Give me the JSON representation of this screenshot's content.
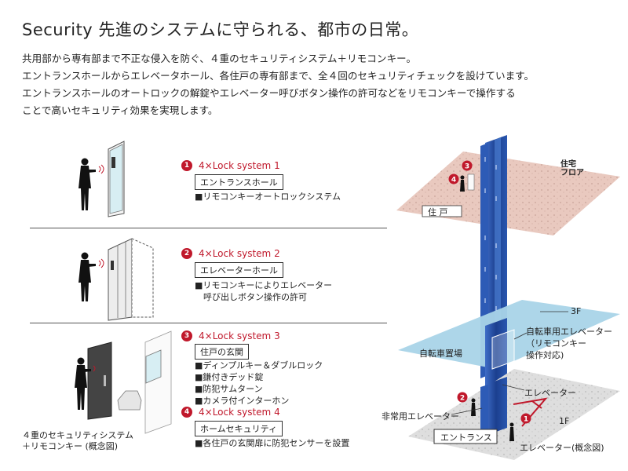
{
  "title": "Security 先進のシステムに守られる、都市の日常。",
  "intro": [
    "共用部から専有部まで不正な侵入を防ぐ、４重のセキュリティシステム＋リモコンキー。",
    "エントランスホールからエレベータホール、各住戸の専有部まで、全４回のセキュリティチェックを設けています。",
    "エントランスホールのオートロックの解錠やエレベーター呼びボタン操作の許可などをリモコンキーで操作する",
    "ことで高いセキュリティ効果を実現します。"
  ],
  "systems": [
    {
      "num": "1",
      "name": "4×Lock system 1",
      "place": "エントランスホール",
      "desc": [
        "■リモコンキーオートロックシステム"
      ]
    },
    {
      "num": "2",
      "name": "4×Lock system 2",
      "place": "エレベーターホール",
      "desc": [
        "■リモコンキーによりエレベーター",
        "　呼び出しボタン操作の許可"
      ]
    },
    {
      "num": "3",
      "name": "4×Lock system 3",
      "place": "住戸の玄関",
      "desc": [
        "■ディンプルキー＆ダブルロック",
        "■鎌付きデッド錠",
        "■防犯サムターン",
        "■カメラ付インターホン"
      ]
    },
    {
      "num": "4",
      "name": "4×Lock system 4",
      "place": "ホームセキュリティ",
      "desc": [
        "■各住戸の玄関扉に防犯センサーを設置"
      ]
    }
  ],
  "caption_left": [
    "４重のセキュリティシステム",
    "＋リモコンキー (概念図)"
  ],
  "diagram": {
    "floor_label_line1": "住宅",
    "floor_label_line2": "フロア",
    "unit_label": "住 戸",
    "floor_3f": "3F",
    "bicycle_elevator": [
      "自転車用エレベーター",
      "（リモコンキー",
      "操作対応)"
    ],
    "bicycle_storage": "自転車置場",
    "elevator": "エレベーター",
    "floor_1f": "1F",
    "emergency_elevator": "非常用エレベーター",
    "entrance": "エントランス",
    "caption": "エレベーター(概念図)",
    "markers": [
      "3",
      "4",
      "2",
      "1"
    ]
  },
  "colors": {
    "accent": "#c0182b",
    "elevator_blue": "#1b3f8f",
    "floor_pink": "#e9c9bf",
    "floor_blue": "#a9d4e8"
  }
}
